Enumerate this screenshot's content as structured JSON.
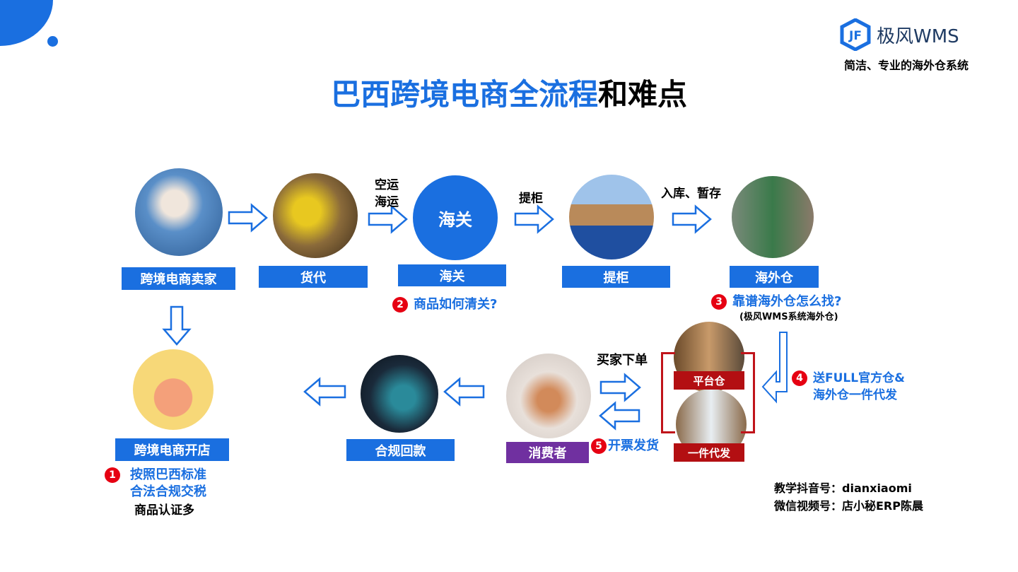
{
  "brand": {
    "logo_text": "极风WMS",
    "slogan": "简洁、专业的海外仓系统"
  },
  "title": {
    "blue": "巴西跨境电商全流程",
    "black": "和难点"
  },
  "nodes": {
    "seller": "跨境电商卖家",
    "forwarder": "货代",
    "customs": "海关",
    "customs_circle": "海关",
    "container": "提柜",
    "warehouse": "海外仓",
    "shop": "跨境电商开店",
    "payment": "合规回款",
    "consumer": "消费者",
    "platform": "平台仓",
    "dropship": "一件代发"
  },
  "arrows": {
    "air_sea": [
      "空运",
      "海运"
    ],
    "pickup": "提柜",
    "storage": "入库、暂存",
    "order": "买家下单"
  },
  "notes": {
    "n1": {
      "num": "1",
      "lines": [
        "按照巴西标准",
        "合法合规交税"
      ],
      "extra": "商品认证多"
    },
    "n2": {
      "num": "2",
      "text": "商品如何清关?"
    },
    "n3": {
      "num": "3",
      "text": "靠谱海外仓怎么找?",
      "sub": "(极风WMS系统海外仓)"
    },
    "n4": {
      "num": "4",
      "lines": [
        "送FULL官方仓&",
        "海外仓一件代发"
      ]
    },
    "n5": {
      "num": "5",
      "text": "开票发货"
    }
  },
  "contact": {
    "douyin": "教学抖音号：dianxiaomi",
    "wechat": "微信视频号：店小秘ERP陈晨"
  },
  "colors": {
    "accent": "#1a6fe0",
    "red": "#b30f12",
    "purple": "#7030a0"
  }
}
